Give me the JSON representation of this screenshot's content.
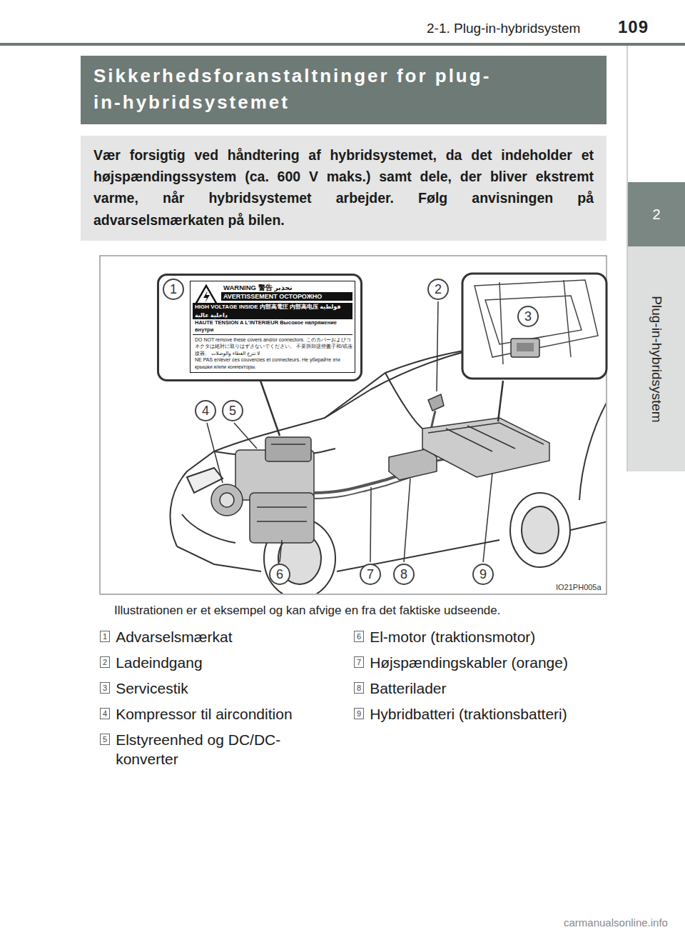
{
  "diagram": {
    "title": "Sikkerhedsforanstaltninger for plug-in-hybridsystemet",
    "nodes": [
      {
        "text": [
          "Sikkerhedsforanstaltninger for plug-in-hybridsystemet"
        ]
      },
      {
        "text": [
          "Vær forsigtig ved håndtering af hybridsystemet, da det indeholder et højspændingssystem (ca. 600 V maks.) samt dele, der bliver ekstremt varme, når hybridsystemet arbejder. Følg anvisningen på advarselsmærkaten på bilen."
        ]
      },
      {
        "text": [
          "2"
        ]
      },
      {
        "text": [
          "Plug-in-hybridsystem"
        ]
      },
      {
        "text": [
          "WARNING 警告 تحذير",
          "AVERTISSEMENT ОСТОРОЖНО",
          "HIGH VOLTAGE INSIDE 内部高電圧 内部高电压 فولطية داخلية عالية",
          "HAUTE TENSION A L'INTERIEUR Высокое напряжение внутри",
          "DO NOT remove these covers and/or connectors. このカバーおよびコネクタは絶対に取りはずさないでください。 不要拆卸这些盖子和/或连接器。 لا تنزع الغطاء والوصلات",
          "NE PAS enlever ces couvercles et connecteurs. Не убирайте эти крышки и/или коннекторы."
        ]
      },
      {
        "text": [
          "1"
        ]
      },
      {
        "text": [
          "2"
        ]
      },
      {
        "text": [
          "3"
        ]
      },
      {
        "text": [
          "4"
        ]
      },
      {
        "text": [
          "5"
        ]
      },
      {
        "text": [
          "6"
        ]
      },
      {
        "text": [
          "7"
        ]
      },
      {
        "text": [
          "8"
        ]
      },
      {
        "text": [
          "9"
        ]
      },
      {
        "text": [
          "1",
          "Advarselsmærkat"
        ]
      },
      {
        "text": [
          "2",
          "Ladeindgang"
        ]
      },
      {
        "text": [
          "3",
          "Servicestik"
        ]
      },
      {
        "text": [
          "4",
          "Kompressor til aircondition"
        ]
      },
      {
        "text": [
          "5",
          "Elstyreenhed og DC/DC-konverter"
        ]
      },
      {
        "text": [
          "6",
          "El-motor (traktionsmotor)"
        ]
      },
      {
        "text": [
          "7",
          "Højspændingskabler (orange)"
        ]
      },
      {
        "text": [
          "8",
          "Batterilader"
        ]
      },
      {
        "text": [
          "9",
          "Hybridbatteri (traktionsbatteri)"
        ]
      }
    ],
    "labels": [
      "109",
      "2-1. Plug-in-hybridsystem",
      "IO21PH005a",
      "Illustrationen er et eksempel og kan afvige en fra det faktiske udseende.",
      "carmanualsonline.info"
    ]
  }
}
